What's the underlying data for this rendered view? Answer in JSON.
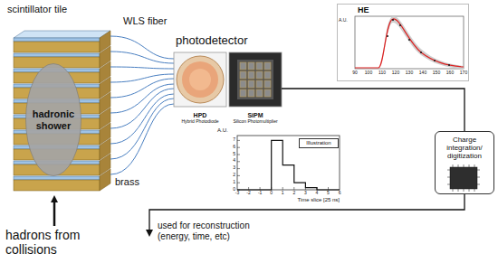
{
  "diagram": {
    "nodes": [
      {
        "text": [
          "hadronic shower"
        ]
      },
      {
        "text": [
          "HPD",
          "Hybrid Photodiode"
        ]
      },
      {
        "text": [
          "SiPM",
          "Silicon Photomultiplier"
        ]
      },
      {
        "text": [
          "HE"
        ]
      },
      {
        "text": [
          "Charge integration/ digitization"
        ]
      },
      {
        "text": [
          "Illustration"
        ]
      }
    ],
    "edges": [
      {
        "from": 2,
        "to": 4,
        "arrow": "none"
      }
    ],
    "labels": [
      "scintillator tile",
      "WLS fiber",
      "photodetector",
      "brass",
      "hadrons from collisions",
      "A.U.",
      "90",
      "100",
      "110",
      "120",
      "130",
      "140",
      "150",
      "160",
      "170",
      "A.U.",
      "0",
      "1",
      "2",
      "3",
      "4",
      "5",
      "6",
      "7",
      "-3",
      "-2",
      "-1",
      "0",
      "1",
      "2",
      "3",
      "4",
      "5",
      "6",
      "Time slice [25 ns]",
      "used for reconstruction (energy, time, etc)"
    ]
  }
}
